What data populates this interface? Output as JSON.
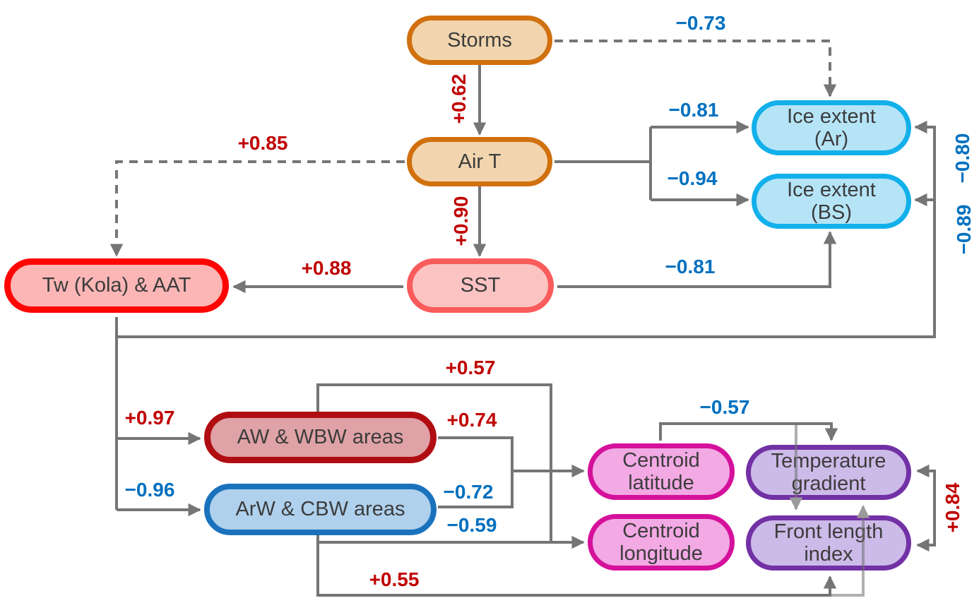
{
  "colors": {
    "background": "#ffffff",
    "positive_label": "#c00000",
    "negative_label": "#0070c0",
    "arrow": "#757575",
    "arrow_crossing": "#a6a6a6",
    "node_text": "#3c3c3c",
    "palettes": {
      "tan": {
        "fill": "#f2d5ae",
        "border": "#d1700e"
      },
      "ice": {
        "fill": "#b5e4f7",
        "border": "#12b0ea"
      },
      "sst": {
        "fill": "#fbc3c2",
        "border": "#fa5b5b"
      },
      "tw": {
        "fill": "#fbb6b5",
        "border": "#fe0504"
      },
      "aw": {
        "fill": "#dfa2a6",
        "border": "#b00d12"
      },
      "arw": {
        "fill": "#afd1ed",
        "border": "#1a72bd"
      },
      "centroid": {
        "fill": "#f2a9e4",
        "border": "#d5119c"
      },
      "front": {
        "fill": "#ccbae8",
        "border": "#7231a5"
      }
    }
  },
  "nodes": [
    {
      "id": "storms",
      "label": "Storms",
      "palette": "tan"
    },
    {
      "id": "air-t",
      "label": "Air T",
      "palette": "tan"
    },
    {
      "id": "ice-extent-ar",
      "label": "Ice extent\n(Ar)",
      "palette": "ice"
    },
    {
      "id": "ice-extent-bs",
      "label": "Ice extent\n(BS)",
      "palette": "ice"
    },
    {
      "id": "sst",
      "label": "SST",
      "palette": "sst"
    },
    {
      "id": "tw-kola-aat",
      "label": "Tw (Kola) & AAT",
      "palette": "tw"
    },
    {
      "id": "aw-wbw-areas",
      "label": "AW & WBW areas",
      "palette": "aw"
    },
    {
      "id": "arw-cbw-areas",
      "label": "ArW & CBW areas",
      "palette": "arw"
    },
    {
      "id": "centroid-latitude",
      "label": "Centroid\nlatitude",
      "palette": "centroid"
    },
    {
      "id": "centroid-longitude",
      "label": "Centroid\nlongitude",
      "palette": "centroid"
    },
    {
      "id": "temperature-gradient",
      "label": "Temperature\ngradient",
      "palette": "front"
    },
    {
      "id": "front-length-index",
      "label": "Front length\nindex",
      "palette": "front"
    }
  ],
  "edges": [
    {
      "label": "+0.62",
      "sign": "positive",
      "from": "Storms",
      "to": "Air T",
      "style": "solid"
    },
    {
      "label": "−0.73",
      "sign": "negative",
      "from": "Storms",
      "to": "Ice extent (Ar)",
      "style": "dashed"
    },
    {
      "label": "+0.85",
      "sign": "positive",
      "from": "Air T",
      "to": "Tw (Kola) & AAT",
      "style": "dashed"
    },
    {
      "label": "−0.81",
      "sign": "negative",
      "from": "Air T",
      "to": "Ice extent (Ar)",
      "style": "solid"
    },
    {
      "label": "−0.94",
      "sign": "negative",
      "from": "Air T",
      "to": "Ice extent (BS)",
      "style": "solid"
    },
    {
      "label": "+0.90",
      "sign": "positive",
      "from": "Air T",
      "to": "SST",
      "style": "solid"
    },
    {
      "label": "+0.88",
      "sign": "positive",
      "from": "SST",
      "to": "Tw (Kola) & AAT",
      "style": "solid"
    },
    {
      "label": "−0.81",
      "sign": "negative",
      "from": "SST",
      "to": "Ice extent (BS)",
      "style": "solid"
    },
    {
      "label": "−0.80",
      "sign": "negative",
      "from": "Tw (Kola) & AAT",
      "to": "Ice extent (Ar)",
      "style": "solid"
    },
    {
      "label": "−0.89",
      "sign": "negative",
      "from": "Tw (Kola) & AAT",
      "to": "Ice extent (BS)",
      "style": "solid"
    },
    {
      "label": "+0.97",
      "sign": "positive",
      "from": "Tw (Kola) & AAT",
      "to": "AW & WBW areas",
      "style": "solid"
    },
    {
      "label": "−0.96",
      "sign": "negative",
      "from": "Tw (Kola) & AAT",
      "to": "ArW & CBW areas",
      "style": "solid"
    },
    {
      "label": "+0.57",
      "sign": "positive",
      "from": "AW & WBW areas",
      "to": "Centroid longitude",
      "style": "solid"
    },
    {
      "label": "+0.74",
      "sign": "positive",
      "from": "AW & WBW areas",
      "to": "Centroid latitude",
      "style": "solid"
    },
    {
      "label": "−0.72",
      "sign": "negative",
      "from": "ArW & CBW areas",
      "to": "Centroid latitude",
      "style": "solid"
    },
    {
      "label": "−0.59",
      "sign": "negative",
      "from": "ArW & CBW areas",
      "to": "Centroid longitude",
      "style": "solid"
    },
    {
      "label": "+0.55",
      "sign": "positive",
      "from": "ArW & CBW areas",
      "to": "Front length index",
      "style": "solid"
    },
    {
      "label": "−0.57",
      "sign": "negative",
      "from": "Centroid latitude",
      "to": "Temperature gradient",
      "style": "solid"
    },
    {
      "label": "+0.84",
      "sign": "positive",
      "from": "Temperature gradient",
      "to": "Front length index",
      "style": "solid",
      "bidirectional": true
    },
    {
      "label": "",
      "sign": "none",
      "from": "Centroid latitude",
      "to": "Front length index",
      "style": "crossing"
    },
    {
      "label": "",
      "sign": "none",
      "from": "ArW & CBW areas",
      "to": "Temperature gradient",
      "style": "crossing"
    }
  ]
}
